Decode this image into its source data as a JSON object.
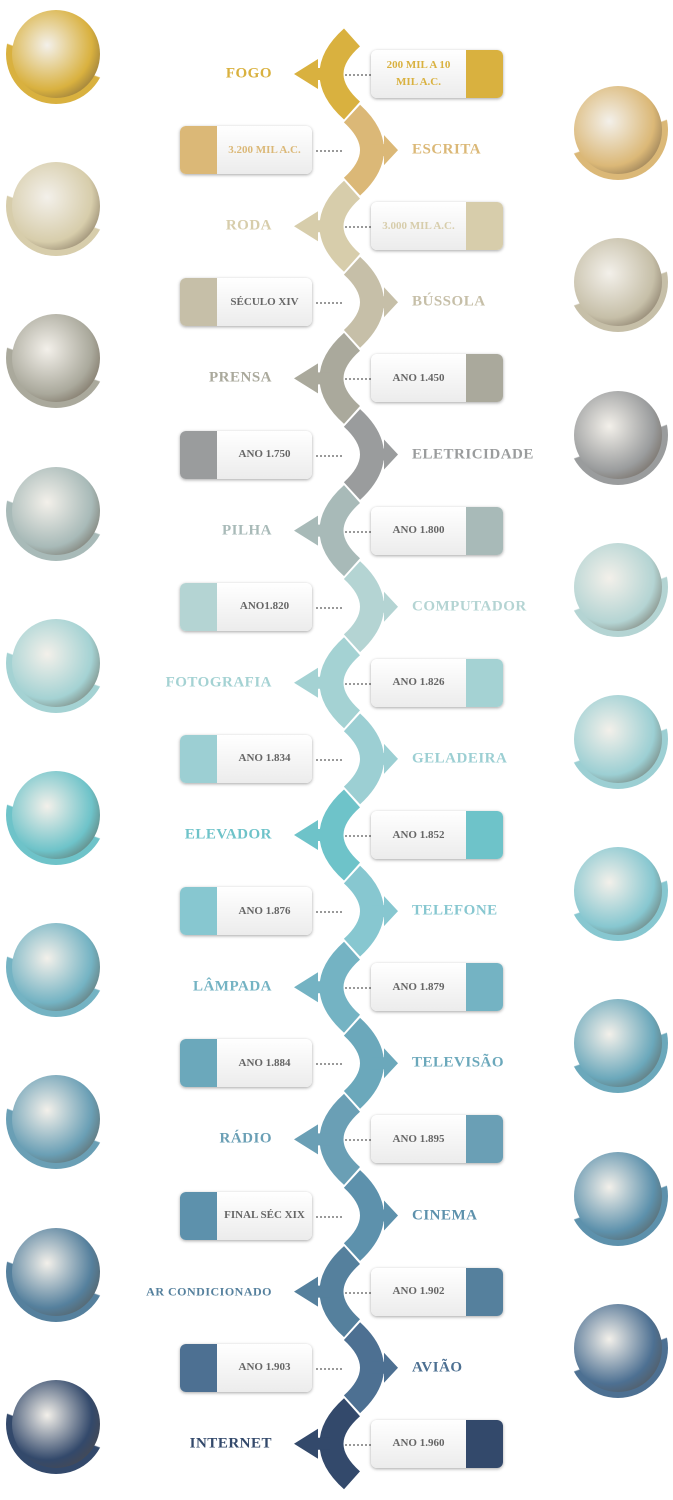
{
  "timeline": [
    {
      "name": "FOGO",
      "date": "200 MIL A 10 MIL A.C.",
      "color": "#d9b13f",
      "image": "campfire"
    },
    {
      "name": "ESCRITA",
      "date": "3.200 MIL A.C.",
      "color": "#dbb877",
      "image": "clay-tablet-writing"
    },
    {
      "name": "RODA",
      "date": "3.000 MIL A.C.",
      "color": "#d7cdab",
      "image": "wooden-wheel"
    },
    {
      "name": "BÚSSOLA",
      "date": "SÉCULO XIV",
      "color": "#c6bfa8",
      "image": "compass"
    },
    {
      "name": "PRENSA",
      "date": "ANO 1.450",
      "color": "#aaa99c",
      "image": "printing-press"
    },
    {
      "name": "ELETRICIDADE",
      "date": "ANO 1.750",
      "color": "#9a9c9d",
      "image": "electric-spark"
    },
    {
      "name": "PILHA",
      "date": "ANO 1.800",
      "color": "#a8bab8",
      "image": "voltaic-pile"
    },
    {
      "name": "COMPUTADOR",
      "date": "ANO1.820",
      "color": "#b4d4d3",
      "image": "difference-engine"
    },
    {
      "name": "FOTOGRAFIA",
      "date": "ANO 1.826",
      "color": "#a4d2d3",
      "image": "old-camera"
    },
    {
      "name": "GELADEIRA",
      "date": "ANO 1.834",
      "color": "#9ccfd3",
      "image": "old-refrigerator"
    },
    {
      "name": "ELEVADOR",
      "date": "ANO 1.852",
      "color": "#6ec3c9",
      "image": "elevator-engraving"
    },
    {
      "name": "TELEFONE",
      "date": "ANO 1.876",
      "color": "#87c7d0",
      "image": "old-telephone"
    },
    {
      "name": "LÂMPADA",
      "date": "ANO 1.879",
      "color": "#74b3c3",
      "image": "light-bulb"
    },
    {
      "name": "TELEVISÃO",
      "date": "ANO 1.884",
      "color": "#6ba8bb",
      "image": "old-television"
    },
    {
      "name": "RÁDIO",
      "date": "ANO 1.895",
      "color": "#6a9fb5",
      "image": "old-radio"
    },
    {
      "name": "CINEMA",
      "date": "FINAL SÉC XIX",
      "color": "#5d91ac",
      "image": "film-camera"
    },
    {
      "name": "AR CONDICIONADO",
      "date": "ANO 1.902",
      "color": "#55809d",
      "image": "air-conditioner-machine"
    },
    {
      "name": "AVIÃO",
      "date": "ANO 1.903",
      "color": "#4d7092",
      "image": "wright-airplane"
    },
    {
      "name": "INTERNET",
      "date": "ANO 1.960",
      "color": "#33496b",
      "image": "early-computers"
    }
  ]
}
